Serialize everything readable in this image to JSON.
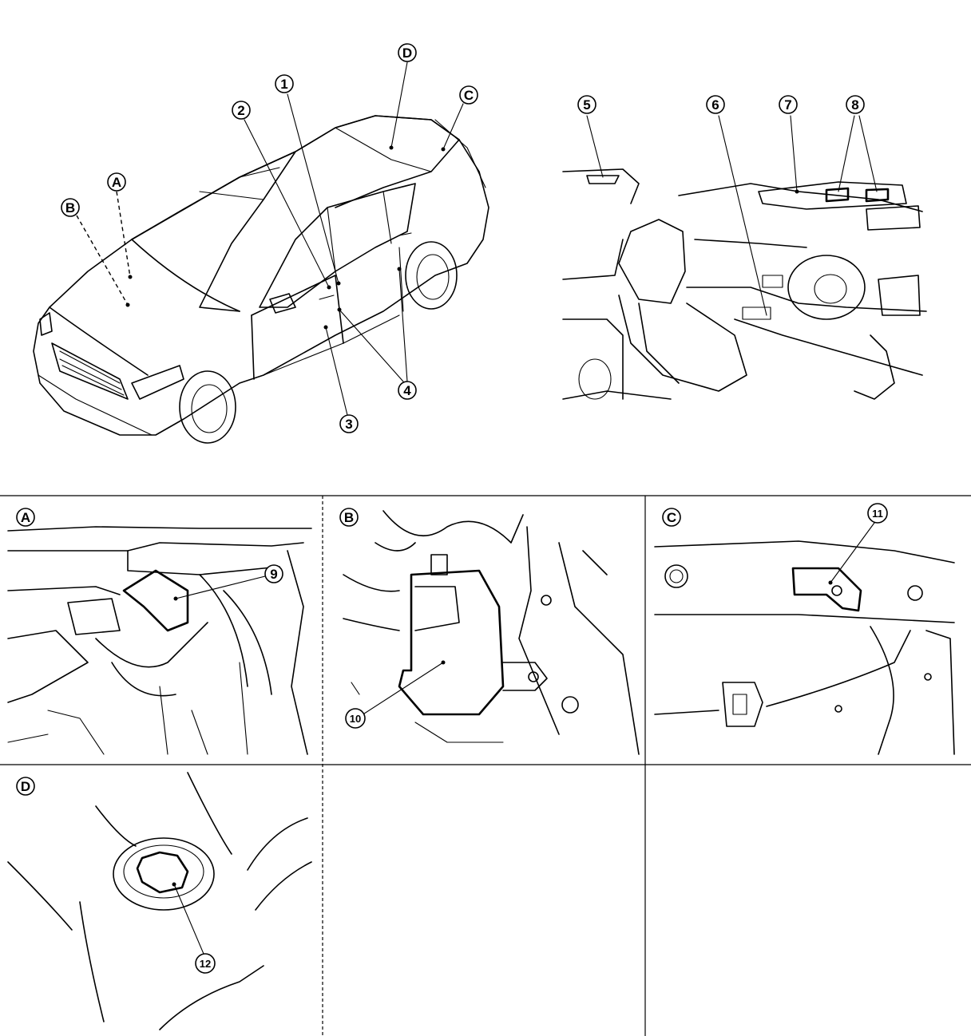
{
  "figure": {
    "overview": {
      "callouts": {
        "c1": "1",
        "c2": "2",
        "c3": "3",
        "c4": "4",
        "c5": "5",
        "c6": "6",
        "c7": "7",
        "c8": "8",
        "cA": "A",
        "cB": "B",
        "cC": "C",
        "cD": "D"
      }
    },
    "panels": [
      {
        "letter": "A",
        "callout": "9"
      },
      {
        "letter": "B",
        "callout": "10"
      },
      {
        "letter": "C",
        "callout": "11"
      },
      {
        "letter": "D",
        "callout": "12"
      }
    ]
  }
}
